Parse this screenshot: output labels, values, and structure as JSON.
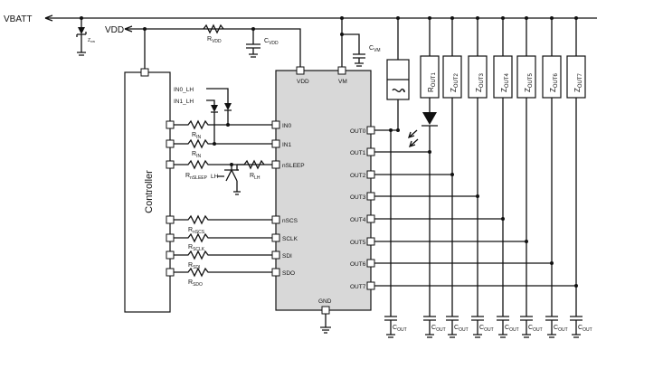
{
  "rails": {
    "vbatt": "VBATT",
    "vdd": "VDD"
  },
  "controller": {
    "label": "Controller"
  },
  "ic": {
    "vdd_pin": "VDD",
    "vm_pin": "VM",
    "gnd_pin": "GND",
    "left_pins": [
      "IN0",
      "IN1",
      "nSLEEP",
      "nSCS",
      "SCLK",
      "SDI",
      "SDO"
    ],
    "right_pins": [
      "OUT0",
      "OUT1",
      "OUT2",
      "OUT3",
      "OUT4",
      "OUT5",
      "OUT6",
      "OUT7"
    ]
  },
  "components": {
    "rvdd": {
      "main": "R",
      "sub": "VDD"
    },
    "cvdd": {
      "main": "C",
      "sub": "VDD"
    },
    "cvm": {
      "main": "C",
      "sub": "VM"
    },
    "zener": {
      "main": "Z",
      "sub": "cw"
    },
    "rin_0": {
      "main": "R",
      "sub": "IN"
    },
    "rin_1": {
      "main": "R",
      "sub": "IN"
    },
    "rnsleep": {
      "main": "R",
      "sub": "nSLEEP"
    },
    "rlh": {
      "main": "R",
      "sub": "LH"
    },
    "lh": "LH",
    "rnscs": {
      "main": "R",
      "sub": "nSCS"
    },
    "rsclk": {
      "main": "R",
      "sub": "SCLK"
    },
    "rsdi": {
      "main": "R",
      "sub": "SDI"
    },
    "rsdo": {
      "main": "R",
      "sub": "SDO"
    },
    "in0_lh": "IN0_LH",
    "in1_lh": "IN1_LH"
  },
  "loads": [
    {
      "main": "R",
      "sub": "OUT1"
    },
    {
      "main": "Z",
      "sub": "OUT2"
    },
    {
      "main": "Z",
      "sub": "OUT3"
    },
    {
      "main": "Z",
      "sub": "OUT4"
    },
    {
      "main": "Z",
      "sub": "OUT5"
    },
    {
      "main": "Z",
      "sub": "OUT6"
    },
    {
      "main": "Z",
      "sub": "OUT7"
    }
  ],
  "cout": {
    "main": "C",
    "sub": "OUT"
  }
}
